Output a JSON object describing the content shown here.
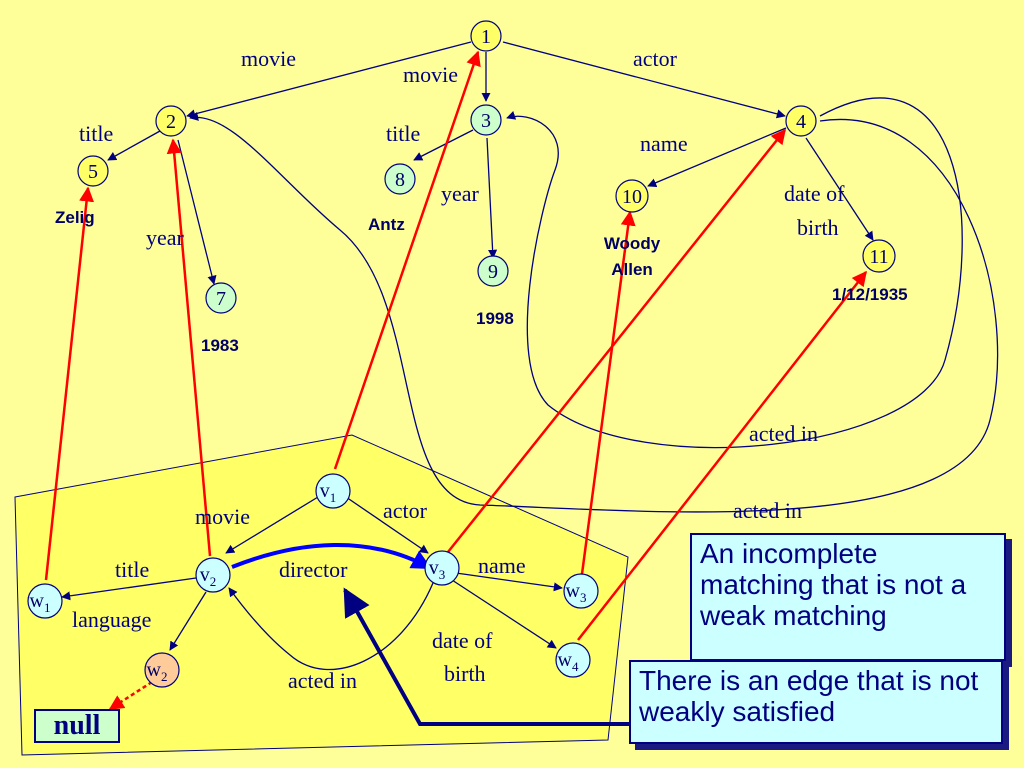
{
  "nodes": {
    "n1": "1",
    "n2": "2",
    "n3": "3",
    "n4": "4",
    "n5": "5",
    "n7": "7",
    "n8": "8",
    "n9": "9",
    "n10": "10",
    "n11": "11",
    "v1": "v",
    "v1_sub": "1",
    "v2": "v",
    "v2_sub": "2",
    "v3": "v",
    "v3_sub": "3",
    "w1": "w",
    "w1_sub": "1",
    "w2": "w",
    "w2_sub": "2",
    "w3": "w",
    "w3_sub": "3",
    "w4": "w",
    "w4_sub": "4"
  },
  "edge_labels": {
    "movie_1_2": "movie",
    "movie_1_3": "movie",
    "actor_1_4": "actor",
    "title_2_5": "title",
    "year_2_7": "year",
    "title_3_8": "title",
    "year_3_9": "year",
    "name_4_10": "name",
    "dob_4_11_line1": "date of",
    "dob_4_11_line2": "birth",
    "acted_in_1": "acted in",
    "acted_in_2": "acted in",
    "q_movie": "movie",
    "q_actor": "actor",
    "q_title": "title",
    "q_language": "language",
    "q_director": "director",
    "q_name": "name",
    "q_dob_line1": "date of",
    "q_dob_line2": "birth",
    "q_acted_in": "acted in"
  },
  "values": {
    "zelig": "Zelig",
    "antz": "Antz",
    "y1983": "1983",
    "y1998": "1998",
    "woody_line1": "Woody",
    "woody_line2": "Allen",
    "dob_value": "1/12/1935"
  },
  "callouts": {
    "incomplete": "An incomplete matching that is not a weak matching",
    "edge_note": "There is an edge that is not weakly satisfied"
  },
  "null_label": "null",
  "colors": {
    "background": "#ffff99",
    "node_data": "#ffff66",
    "node_cyan": "#ccffcc",
    "node_w2": "#ffcc99",
    "edge": "#000080",
    "mapping": "#ff0000",
    "director_edge": "#0000ff",
    "query_region": "#ffff66",
    "callout_bg": "#ccffff"
  }
}
